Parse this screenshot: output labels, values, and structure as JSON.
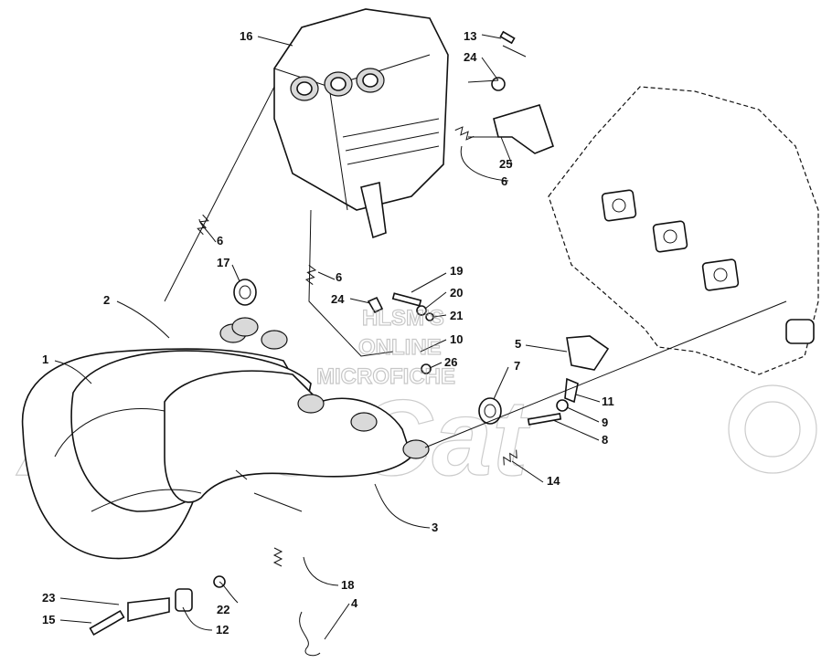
{
  "watermark": {
    "line1": "HLSM'S",
    "line2": "ONLINE",
    "line3": "MICROFICHE",
    "brand": "Arctic Cat"
  },
  "callouts": {
    "p1": "1",
    "p2": "2",
    "p3": "3",
    "p4": "4",
    "p5": "5",
    "p6a": "6",
    "p6b": "6",
    "p6c": "6",
    "p7": "7",
    "p8": "8",
    "p9": "9",
    "p10": "10",
    "p11": "11",
    "p12": "12",
    "p13": "13",
    "p14": "14",
    "p15": "15",
    "p16": "16",
    "p17": "17",
    "p18": "18",
    "p19": "19",
    "p20": "20",
    "p21": "21",
    "p22": "22",
    "p23": "23",
    "p24a": "24",
    "p24b": "24",
    "p25": "25",
    "p26": "26"
  }
}
